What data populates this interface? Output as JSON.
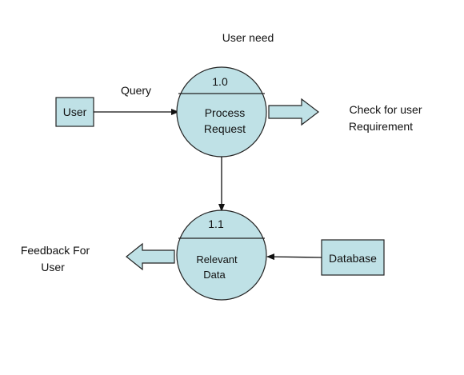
{
  "diagram": {
    "title": "User need",
    "entities": {
      "user": "User",
      "database": "Database"
    },
    "processes": {
      "p1": {
        "number": "1.0",
        "name_line1": "Process",
        "name_line2": "Request"
      },
      "p2": {
        "number": "1.1",
        "name_line1": "Relevant",
        "name_line2": "Data"
      }
    },
    "flows": {
      "query": "Query",
      "check_line1": "Check for user",
      "check_line2": "Requirement",
      "feedback_line1": "Feedback For",
      "feedback_line2": "User"
    },
    "colors": {
      "node_fill": "#bfe1e6",
      "stroke": "#222222"
    }
  }
}
